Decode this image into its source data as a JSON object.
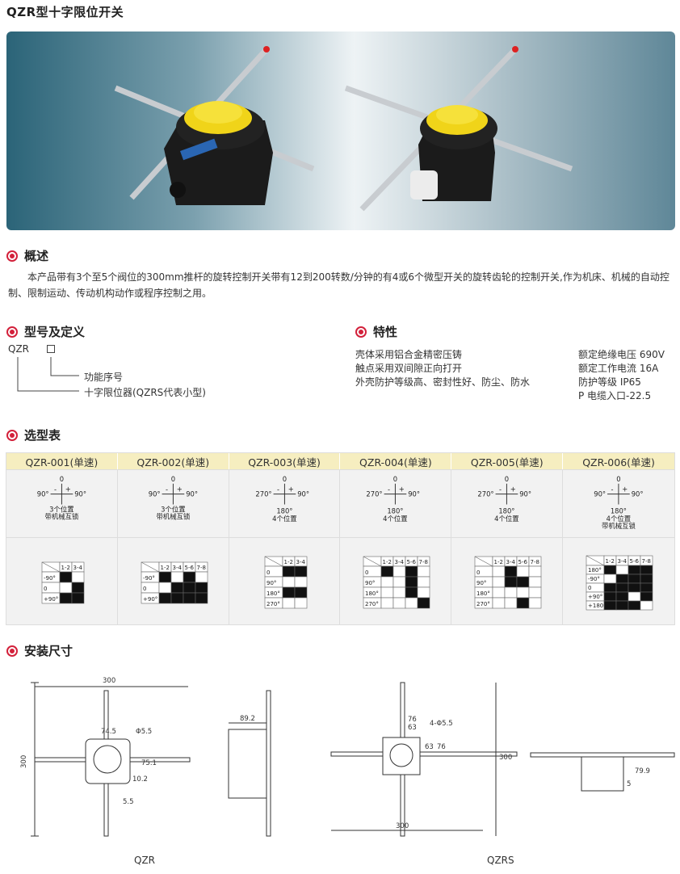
{
  "page": {
    "title": "QZR型十字限位开关"
  },
  "sections": {
    "overview": {
      "heading": "概述",
      "text": "本产品带有3个至5个阀位的300mm推杆的旋转控制开关带有12到200转数/分钟的有4或6个微型开关的旋转齿轮的控制开关,作为机床、机械的自动控制、限制运动、传动机构动作或程序控制之用。"
    },
    "model": {
      "heading": "型号及定义",
      "code": "QZR",
      "line1": "功能序号",
      "line2": "十字限位器(QZRS代表小型)"
    },
    "features": {
      "heading": "特性",
      "left": [
        "壳体采用铝合金精密压铸",
        "触点采用双间隙正向打开",
        "外壳防护等级高、密封性好、防尘、防水"
      ],
      "right": [
        "额定绝缘电压 690V",
        "额定工作电流 16A",
        "防护等级 IP65",
        "P 电缆入口-22.5"
      ]
    },
    "selection": {
      "heading": "选型表",
      "columns": [
        {
          "header": "QZR-001(单速)",
          "left": "90°",
          "right": "90°",
          "top": "0",
          "bottom": "",
          "line1": "3个位置",
          "line2": "带机械互锁"
        },
        {
          "header": "QZR-002(单速)",
          "left": "90°",
          "right": "90°",
          "top": "0",
          "bottom": "",
          "line1": "3个位置",
          "line2": "带机械互锁"
        },
        {
          "header": "QZR-003(单速)",
          "left": "270°",
          "right": "90°",
          "top": "0",
          "bottom": "180°",
          "line1": "4个位置",
          "line2": ""
        },
        {
          "header": "QZR-004(单速)",
          "left": "270°",
          "right": "90°",
          "top": "0",
          "bottom": "180°",
          "line1": "4个位置",
          "line2": ""
        },
        {
          "header": "QZR-005(单速)",
          "left": "270°",
          "right": "90°",
          "top": "0",
          "bottom": "180°",
          "line1": "4个位置",
          "line2": ""
        },
        {
          "header": "QZR-006(单速)",
          "left": "90°",
          "right": "90°",
          "top": "0",
          "bottom": "180°",
          "line1": "4个位置",
          "line2": "带机械互锁"
        }
      ],
      "tables": [
        {
          "cols": [
            "1-2",
            "3-4"
          ],
          "rows": [
            "-90°",
            "0",
            "+90°"
          ],
          "fill": [
            [
              1,
              0
            ],
            [
              0,
              1
            ],
            [
              1,
              1
            ]
          ]
        },
        {
          "cols": [
            "1-2",
            "3-4",
            "5-6",
            "7-8"
          ],
          "rows": [
            "-90°",
            "0",
            "+90°"
          ],
          "fill": [
            [
              1,
              0,
              1,
              0
            ],
            [
              0,
              1,
              1,
              1
            ],
            [
              1,
              1,
              1,
              1
            ]
          ]
        },
        {
          "cols": [
            "1-2",
            "3-4"
          ],
          "rows": [
            "0",
            "90°",
            "180°",
            "270°"
          ],
          "fill": [
            [
              1,
              1
            ],
            [
              0,
              0
            ],
            [
              1,
              1
            ],
            [
              0,
              0
            ]
          ]
        },
        {
          "cols": [
            "1-2",
            "3-4",
            "5-6",
            "7-8"
          ],
          "rows": [
            "0",
            "90°",
            "180°",
            "270°"
          ],
          "fill": [
            [
              1,
              0,
              1,
              0
            ],
            [
              0,
              0,
              1,
              0
            ],
            [
              0,
              0,
              1,
              0
            ],
            [
              0,
              0,
              0,
              1
            ]
          ]
        },
        {
          "cols": [
            "1-2",
            "3-4",
            "5-6",
            "7-8"
          ],
          "rows": [
            "0",
            "90°",
            "180°",
            "270°"
          ],
          "fill": [
            [
              0,
              1,
              0,
              0
            ],
            [
              0,
              1,
              1,
              0
            ],
            [
              0,
              0,
              0,
              0
            ],
            [
              0,
              0,
              1,
              0
            ]
          ]
        },
        {
          "cols": [
            "1-2",
            "3-4",
            "5-6",
            "7-8"
          ],
          "rows": [
            "180°",
            "-90°",
            "0",
            "+90°",
            "+180°"
          ],
          "fill": [
            [
              1,
              0,
              1,
              1
            ],
            [
              0,
              1,
              1,
              1
            ],
            [
              1,
              1,
              1,
              1
            ],
            [
              1,
              1,
              0,
              1
            ],
            [
              1,
              1,
              1,
              0
            ]
          ]
        }
      ]
    },
    "dimensions": {
      "heading": "安装尺寸",
      "left_caption": "QZR",
      "right_caption": "QZRS",
      "qzr": {
        "width": "300",
        "height": "300",
        "d1": "74.5",
        "d2": "Φ5.5",
        "d3": "75.1",
        "d4": "10.2",
        "d5": "5.5",
        "side": "89.2"
      },
      "qzrs": {
        "width": "300",
        "height": "300",
        "d1": "76",
        "d2": "63",
        "d3": "4-Φ5.5",
        "d4": "63",
        "d5": "76",
        "side": "79.9",
        "d6": "5"
      }
    }
  }
}
